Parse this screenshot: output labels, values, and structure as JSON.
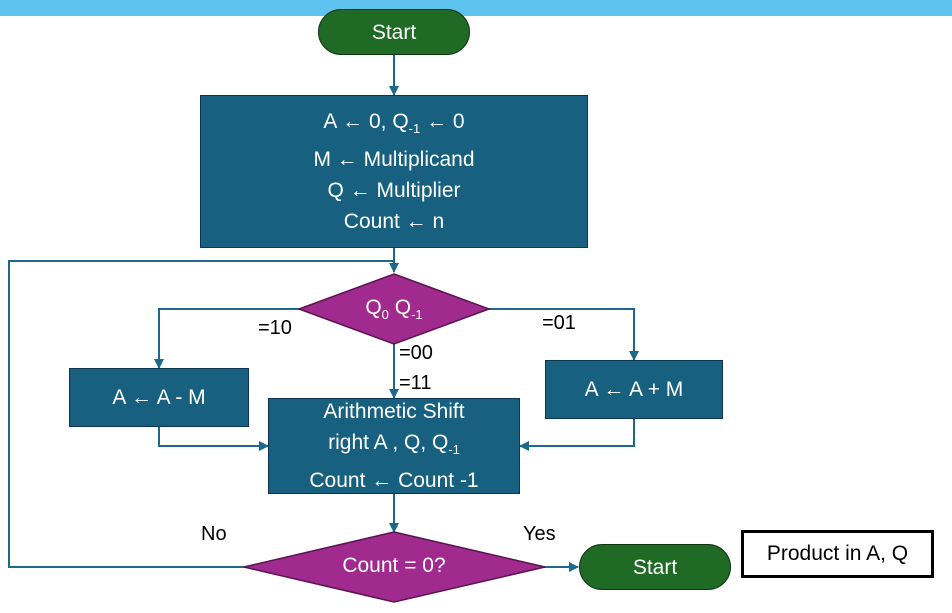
{
  "colors": {
    "top_bar": "#5ec4ef",
    "terminal": "#1f6a25",
    "process": "#17607f",
    "decision": "#a12a8e",
    "arrow": "#1b6a8e"
  },
  "start_node": {
    "label": "Start"
  },
  "init_box": {
    "line1": {
      "a": "A",
      "arrow1": "←",
      "zero1": "0,",
      "q": "Q",
      "q_sub": "-1",
      "arrow2": "←",
      "zero2": "0"
    },
    "line2": "M ← Multiplicand",
    "line3": "Q ← Multiplier",
    "line4": "Count ← n"
  },
  "decision_q": {
    "q0": "Q",
    "q0_sub": "0",
    "q1": "Q",
    "q1_sub": "-1"
  },
  "edge_labels": {
    "ten": "=10",
    "zero_one": "=01",
    "zero_zero": "=00",
    "one_one": "=11",
    "no": "No",
    "yes": "Yes"
  },
  "sub_box": {
    "label": "A ← A - M"
  },
  "add_box": {
    "label": "A ← A + M"
  },
  "shift_box": {
    "line1": "Arithmetic Shift",
    "line2_prefix": "right A , Q, Q",
    "line2_sub": "-1",
    "line3": "Count ← Count -1"
  },
  "decision_count": {
    "label": "Count = 0?"
  },
  "end_node": {
    "label": "Start"
  },
  "result_box": {
    "label": "Product in A, Q"
  }
}
